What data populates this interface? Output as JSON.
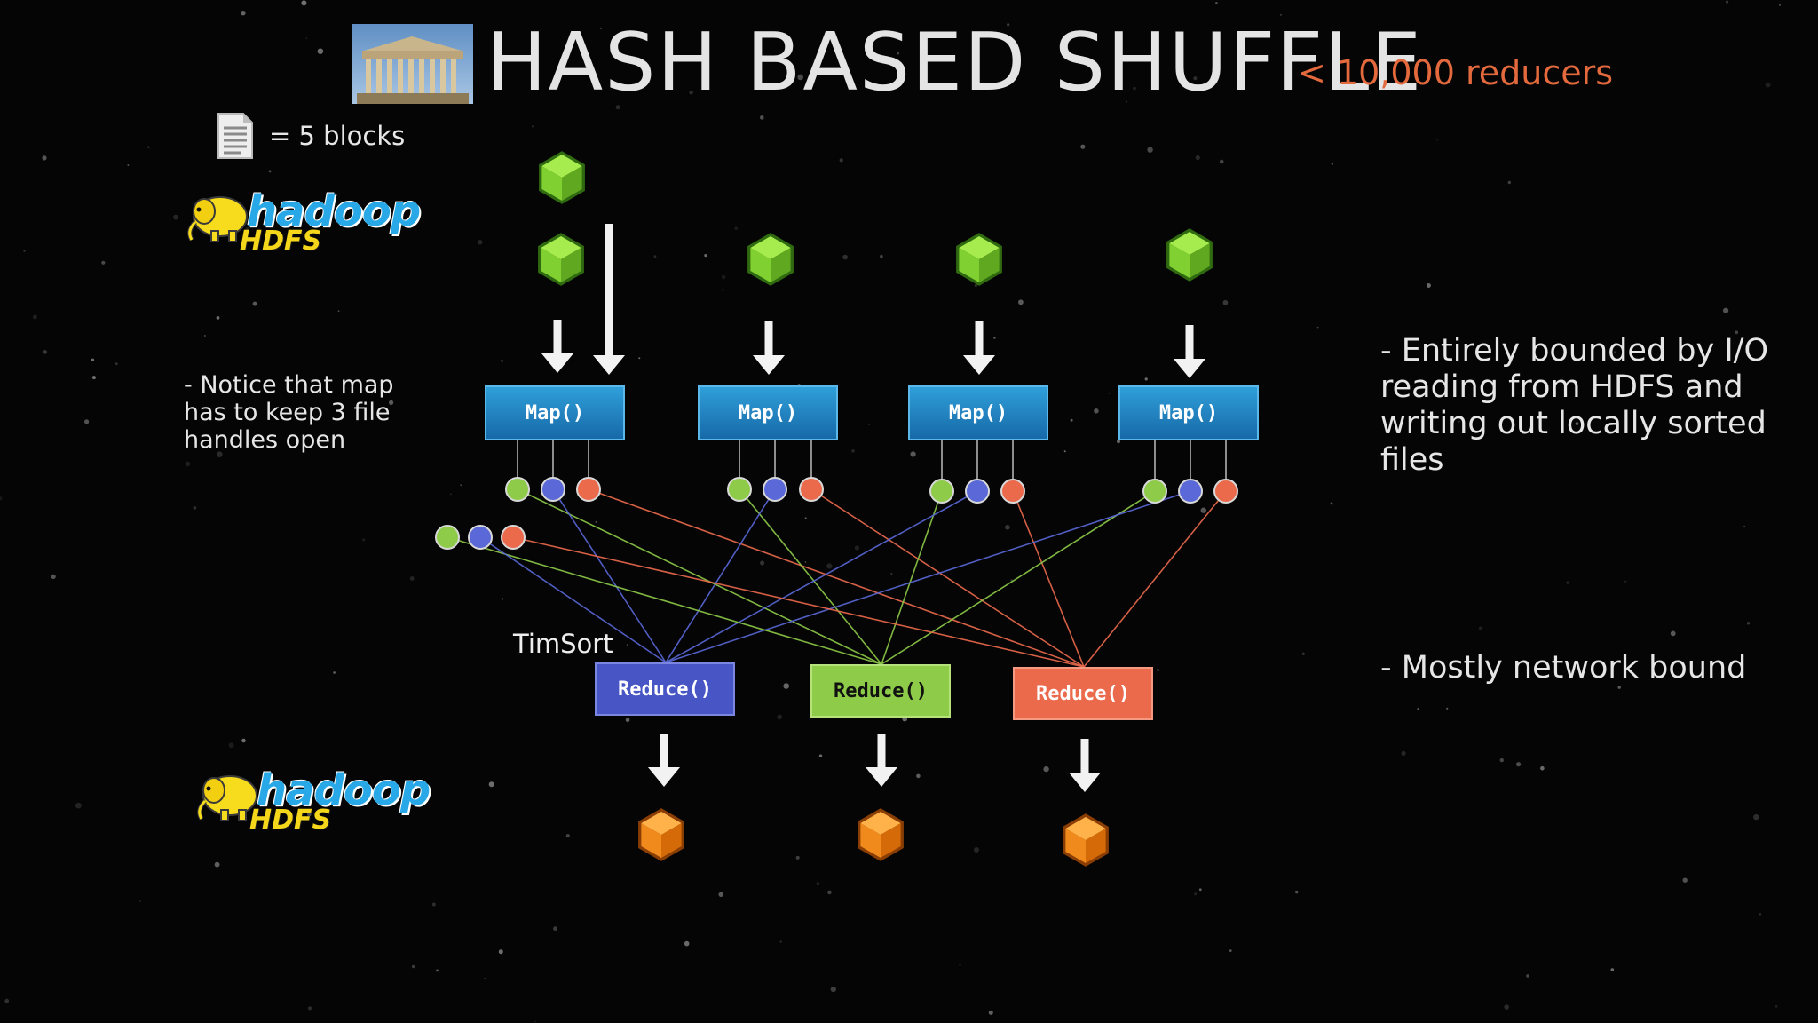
{
  "slide": {
    "title": "HASH BASED SHUFFLE",
    "subtitle": "< 10,000 reducers",
    "legend_text": "= 5 blocks",
    "logo_top": {
      "word": "hadoop",
      "sub": "HDFS"
    },
    "logo_bottom": {
      "word": "hadoop",
      "sub": "HDFS"
    },
    "note_left": "- Notice that map has to keep 3 file handles open",
    "note_right_1": "- Entirely bounded by I/O reading from HDFS and writing out locally sorted files",
    "note_right_2": "- Mostly network bound",
    "timsort_label": "TimSort"
  },
  "maps": [
    {
      "label": "Map()"
    },
    {
      "label": "Map()"
    },
    {
      "label": "Map()"
    },
    {
      "label": "Map()"
    }
  ],
  "reducers": [
    {
      "label": "Reduce()",
      "color": "#4756c4"
    },
    {
      "label": "Reduce()",
      "color": "#8dcb48"
    },
    {
      "label": "Reduce()",
      "color": "#ec6a4c"
    }
  ],
  "colors": {
    "green": "#8dcb48",
    "blue": "#5a68d8",
    "orange": "#ec6a4c",
    "block_green": "#7fd030",
    "block_orange": "#f08a1c",
    "subtitle": "#e46a3e",
    "map": "#2383c4"
  },
  "icons": {
    "input_block": "green-cube-icon",
    "output_block": "orange-cube-icon",
    "document": "document-icon",
    "photo": "parthenon-photo",
    "logo": "hadoop-elephant-icon"
  }
}
